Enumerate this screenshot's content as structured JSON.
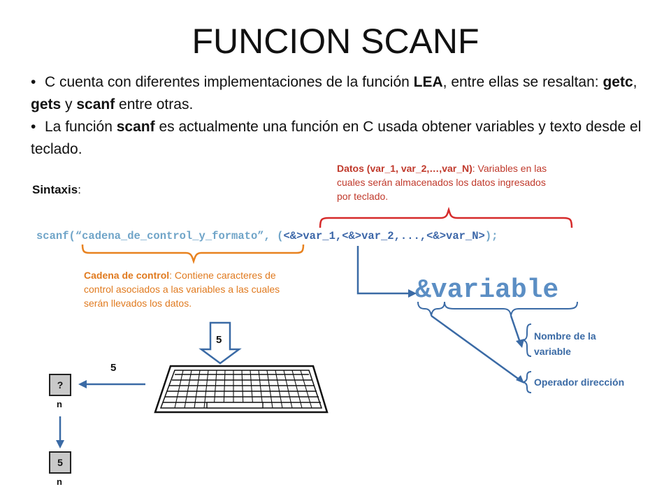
{
  "title": "FUNCION SCANF",
  "bullets": [
    {
      "p1": "C cuenta con diferentes implementaciones de la función ",
      "b1": "LEA",
      "p2": ", entre ellas se resaltan: ",
      "b2": "getc",
      "p3": ", ",
      "b3": "gets",
      "p4": " y ",
      "b4": "scanf",
      "p5": " entre otras."
    },
    {
      "p1": "La función ",
      "b1": "scanf",
      "p2": " es actualmente una función en C usada obtener variables y texto desde el teclado."
    }
  ],
  "sintaxis": {
    "label": "Sintaxis",
    "colon": ":"
  },
  "code": {
    "prefix": "scanf(“cadena_de_control_y_formato”, (",
    "h1": "<&>",
    "t1": "var_1,",
    "h2": "<&>",
    "t2": "var_2,...,",
    "h3": "<&>",
    "t3": "var_N>",
    "suffix": ");"
  },
  "notes": {
    "datos_bold": "Datos (var_1, var_2,…,var_N)",
    "datos_text": ": Variables en las cuales serán almacenados los datos ingresados por teclado.",
    "cadena_bold": "Cadena de control",
    "cadena_text": ": Contiene caracteres de control asociados a las variables a las cuales serán llevados los datos."
  },
  "bigvar": "&variable",
  "labels": {
    "nombre": "Nombre de la variable",
    "operador": "Operador dirección"
  },
  "diagram": {
    "value_arrow": "5",
    "value_key": "5",
    "box_before": "?",
    "box_after": "5",
    "n1": "n",
    "n2": "n"
  },
  "colors": {
    "red": "#c0392b",
    "orange": "#e07a1f",
    "blue": "#3a6aa5",
    "code": "#6fa4c8"
  }
}
